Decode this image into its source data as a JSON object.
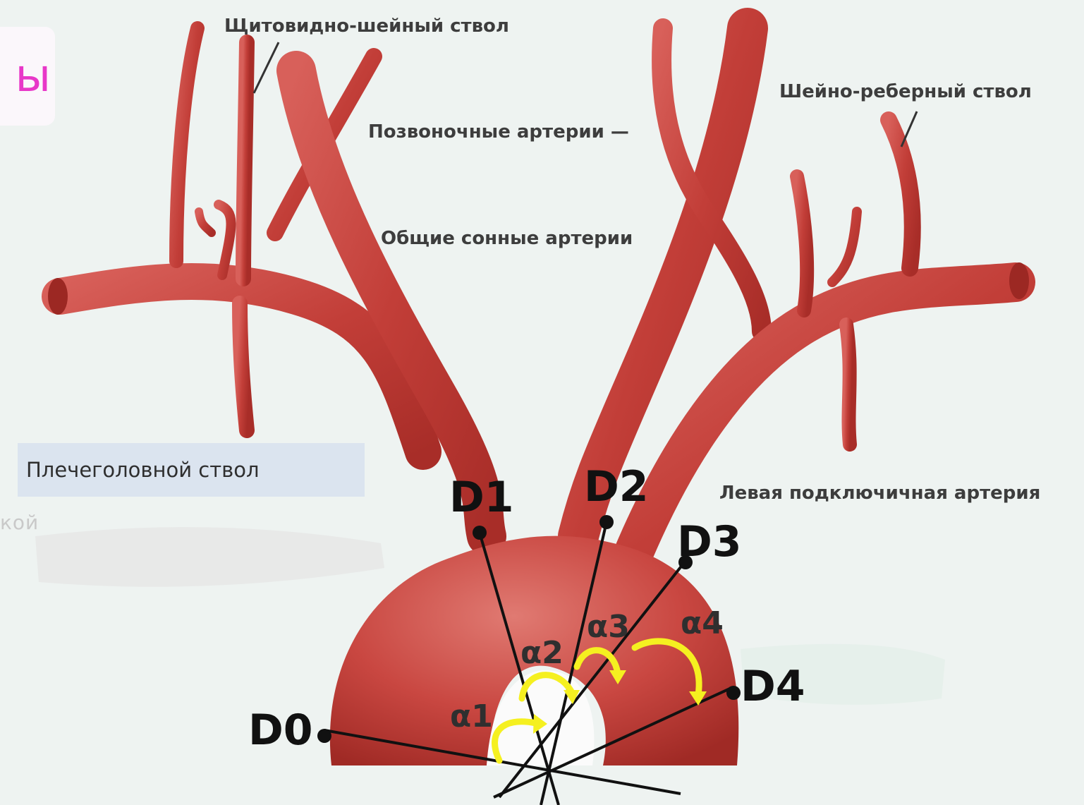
{
  "labels": {
    "thyrocervical": "Щитовидно-шейный ствол",
    "costocervical": "Шейно-реберный ствол",
    "vertebral": "Позвоночные артерии —",
    "carotid": "Общие сонные артерии",
    "left_subclavian": "Левая подключичная артерия",
    "brachiocephalic": "Плечеголовной ствол"
  },
  "slide_fragment": "ы",
  "cut_word": "кой",
  "points": {
    "d0": "D0",
    "d1": "D1",
    "d2": "D2",
    "d3": "D3",
    "d4": "D4"
  },
  "angles": {
    "a1": "α1",
    "a2": "α2",
    "a3": "α3",
    "a4": "α4"
  },
  "colors": {
    "artery": "#c23e38",
    "artery_dark": "#9c2823",
    "artery_light": "#e07a72",
    "rays": "#111111",
    "arrows": "#f5f020",
    "slide_text": "#e838c8"
  }
}
